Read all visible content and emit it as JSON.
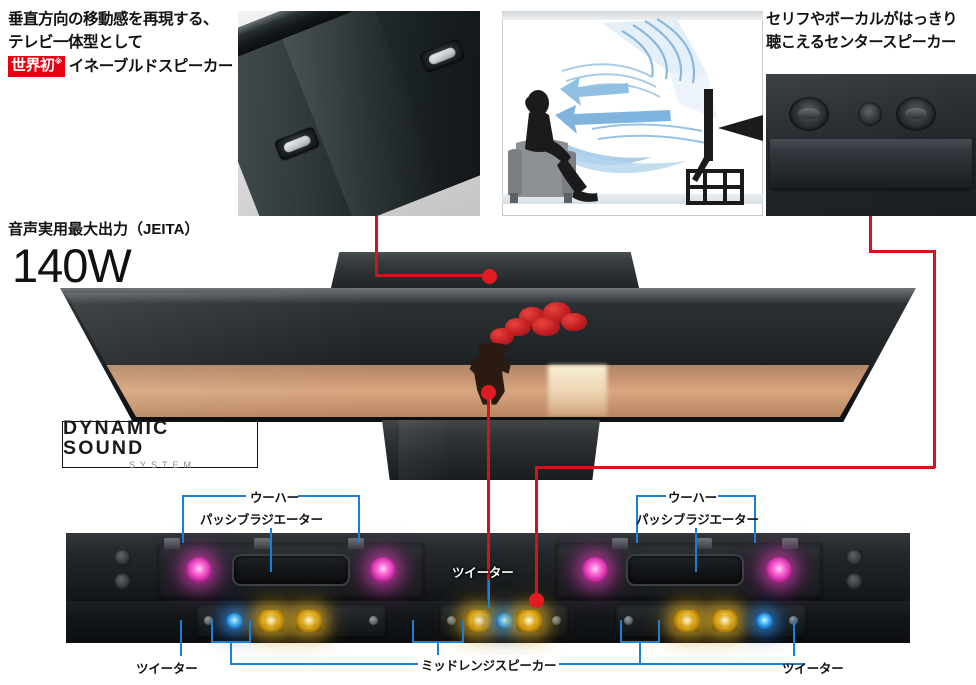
{
  "headlines": {
    "top_left": {
      "line1": "垂直方向の移動感を再現する、",
      "line2": "テレビ一体型として",
      "badge": "世界初",
      "badge_sup": "※",
      "line3_rest": "イネーブルドスピーカー"
    },
    "top_right": {
      "line1": "セリフやボーカルがはっきり",
      "line2": "聴こえるセンタースピーカー"
    }
  },
  "power": {
    "label": "音声実用最大出力（JEITA）",
    "value": "140W"
  },
  "logo": {
    "main": "DYNAMIC SOUND",
    "sub": "SYSTEM"
  },
  "callouts": {
    "woofer_left": "ウーハー",
    "passive_radiator_left": "パッシブラジエーター",
    "woofer_right": "ウーハー",
    "passive_radiator_right": "パッシブラジエーター",
    "tweeter_center": "ツイーター",
    "tweeter_left": "ツイーター",
    "tweeter_right": "ツイーター",
    "midrange": "ミッドレンジスピーカー"
  },
  "colors": {
    "accent_red": "#d9121a",
    "badge_red": "#e60012",
    "callout_blue": "#1b7fd4",
    "woofer_glow": "#e23fb8",
    "tweeter_glow": "#2d8ce6",
    "midrange_glow": "#f5c93c"
  },
  "panels": {
    "enabled_speaker": "tv-top-edge-enabled-speaker-photo",
    "sound_diffusion": "sound-diffusion-illustration",
    "center_speaker": "center-speaker-closeup-photo"
  }
}
